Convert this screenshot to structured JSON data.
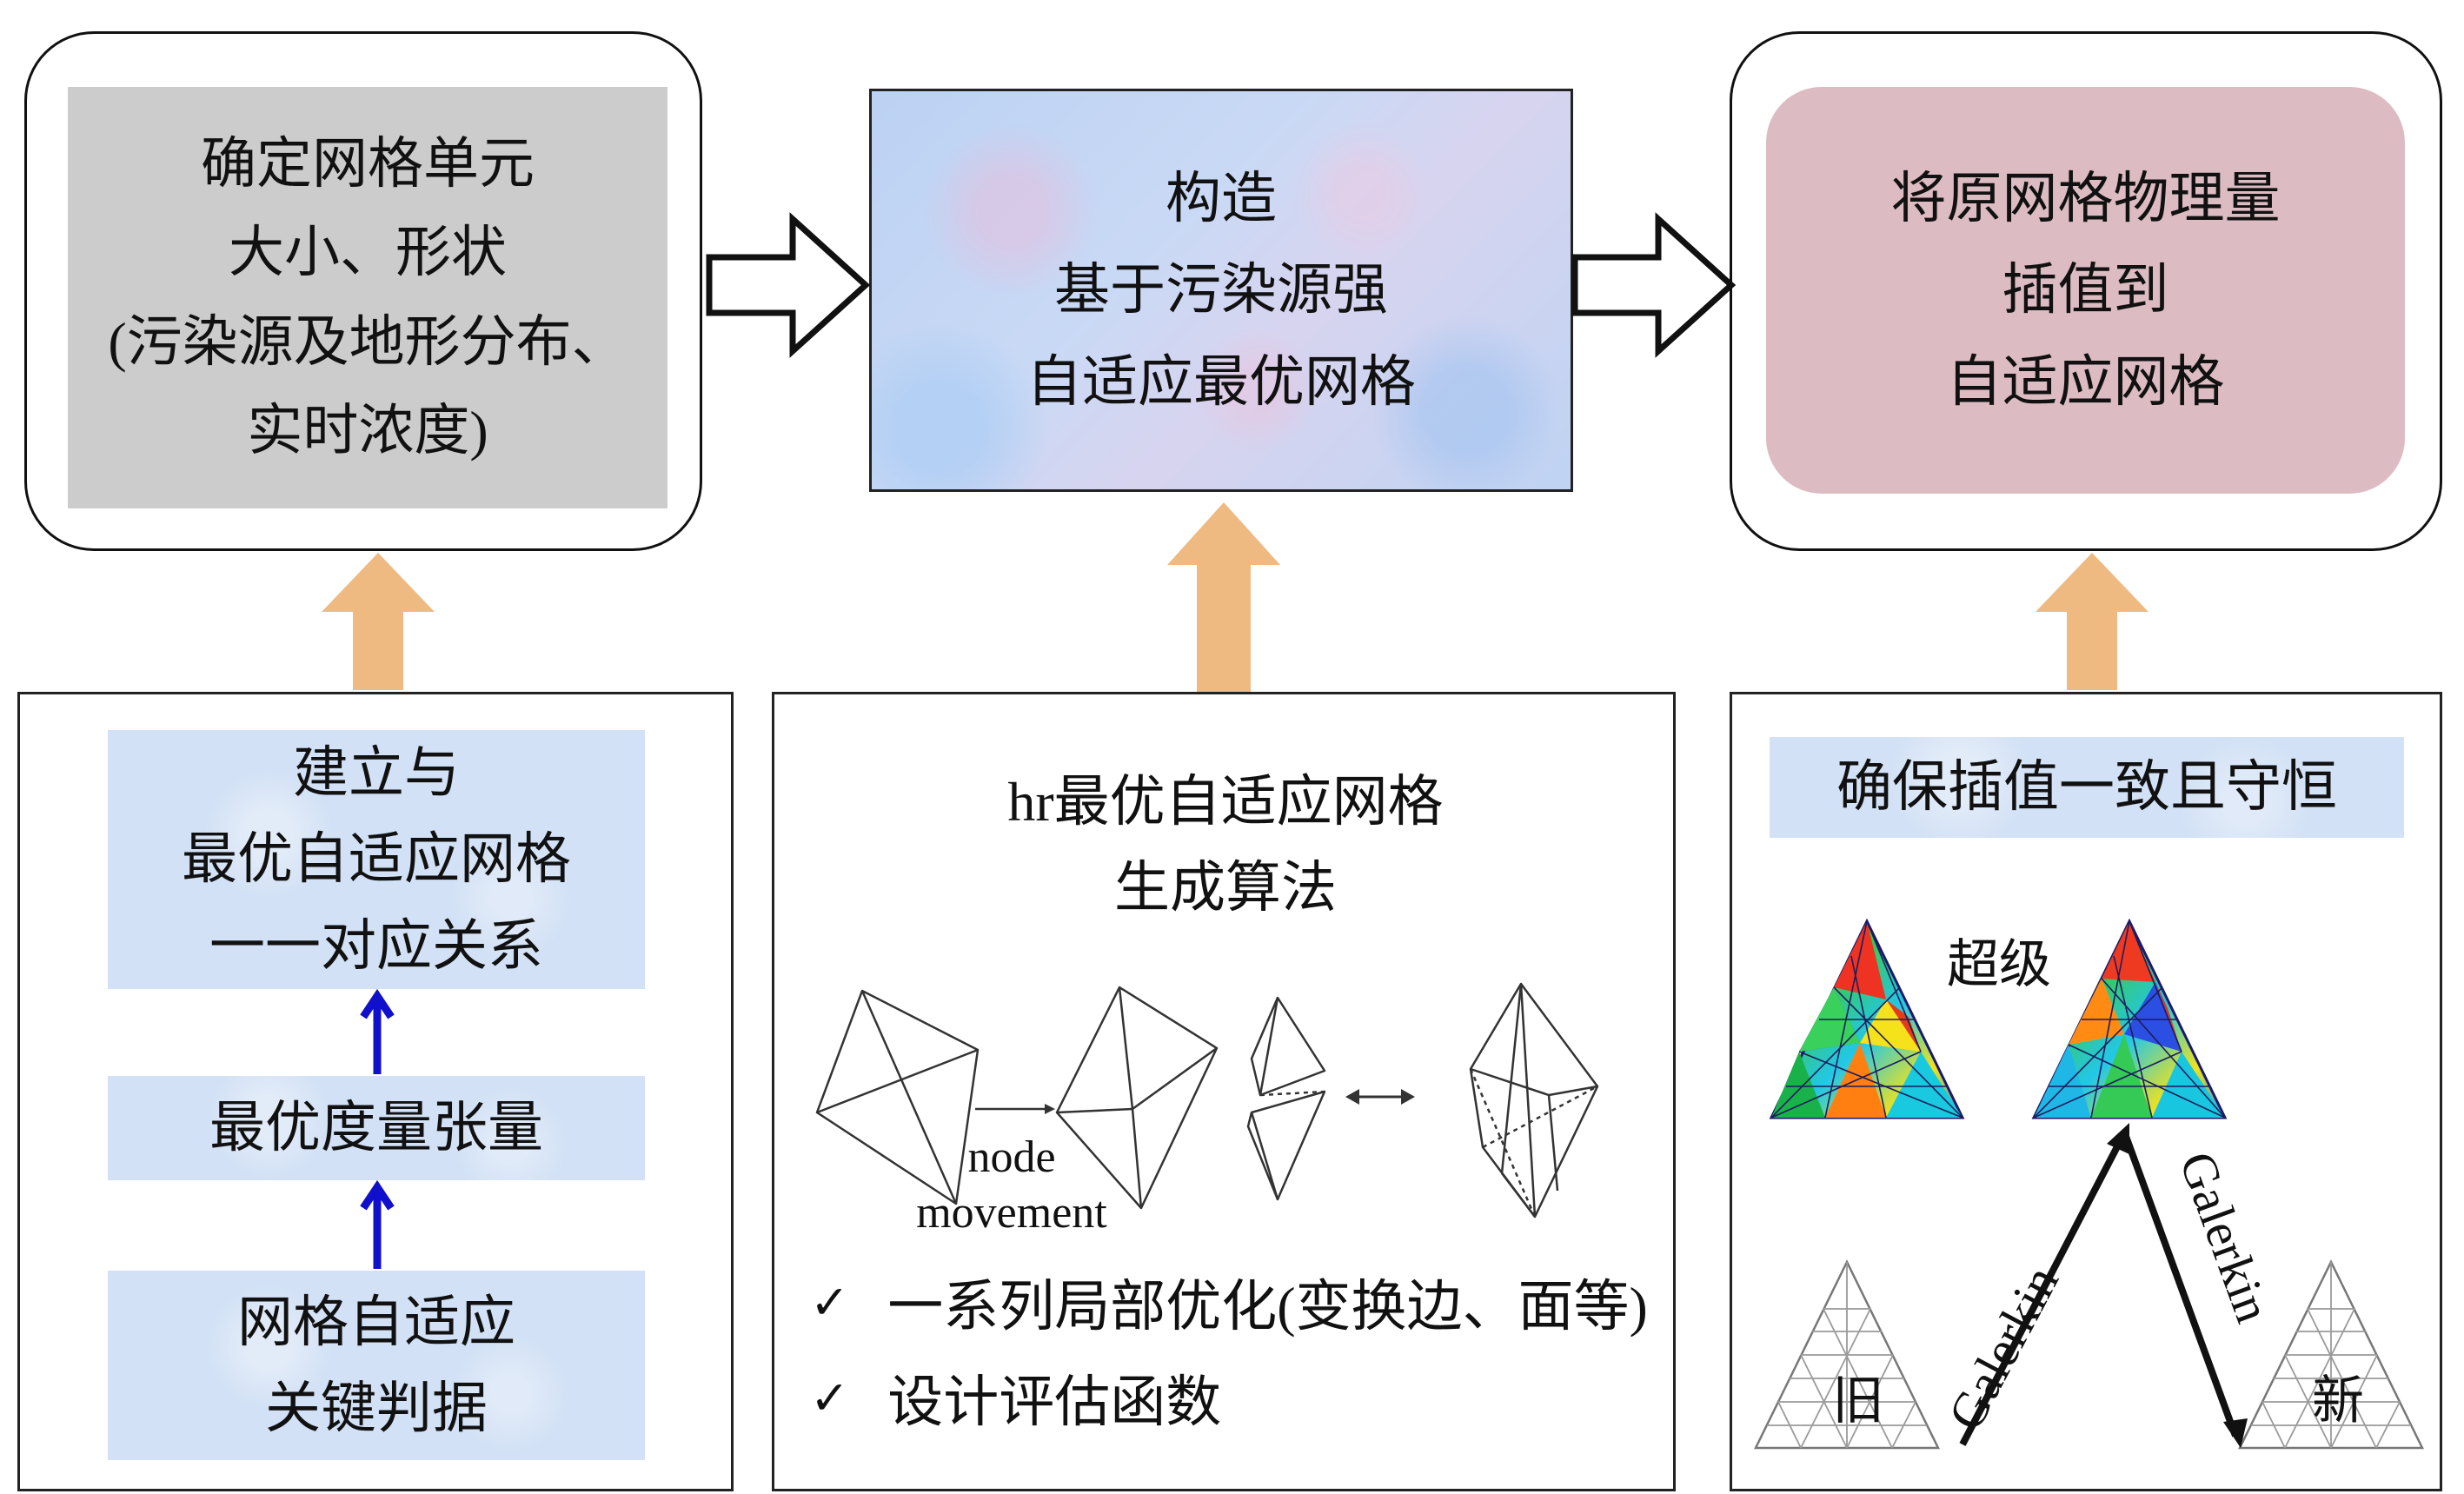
{
  "top": {
    "box1": {
      "lines": [
        "确定网格单元",
        "大小、形状",
        "(污染源及地形分布、",
        "实时浓度)"
      ]
    },
    "box2": {
      "lines": [
        "构造",
        "基于污染源强",
        "自适应最优网格"
      ]
    },
    "box3": {
      "lines": [
        "将原网格物理量",
        "插值到",
        "自适应网格"
      ]
    }
  },
  "bottom_left": {
    "box_a": {
      "lines": [
        "建立与",
        "最优自适应网格",
        "一一对应关系"
      ]
    },
    "box_b": {
      "lines": [
        "最优度量张量"
      ]
    },
    "box_c": {
      "lines": [
        "网格自适应",
        "关键判据"
      ]
    }
  },
  "bottom_center": {
    "title_lines": [
      "hr最优自适应网格",
      "生成算法"
    ],
    "node_label": "node",
    "movement_label": "movement",
    "check1": "一系列局部优化(变换边、面等)",
    "check2": "设计评估函数",
    "check_symbol": "✓"
  },
  "bottom_right": {
    "title": "确保插值一致且守恒",
    "super_label": "超级",
    "galerkin_left": "Galerkin",
    "galerkin_right": "Galerkin",
    "old_label": "旧",
    "new_label": "新"
  },
  "colors": {
    "orange_arrow": "#efba82",
    "blue_arrow": "#1010cc",
    "gray_box": "#cccccc",
    "rose_box": "#dcbcc2",
    "pale_blue_box": "#d2e1f5"
  }
}
